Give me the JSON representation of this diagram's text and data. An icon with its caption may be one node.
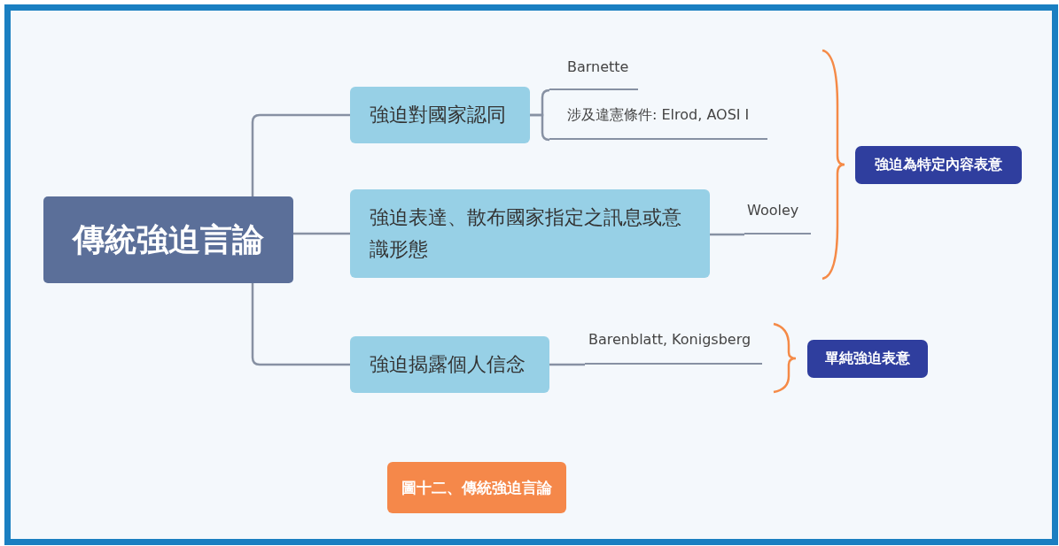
{
  "diagram": {
    "caption": "圖十二、傳統強迫言論",
    "nodes": [
      {
        "text": [
          "傳統強迫言論"
        ]
      },
      {
        "text": [
          "強迫對國家認同"
        ]
      },
      {
        "text": [
          "強迫表達、散布國家指定之訊息或意識形態"
        ]
      },
      {
        "text": [
          "強迫揭露個人信念"
        ]
      },
      {
        "text": [
          "Barnette"
        ]
      },
      {
        "text": [
          "涉及違憲條件: Elrod, AOSI I"
        ]
      },
      {
        "text": [
          "Wooley"
        ]
      },
      {
        "text": [
          "Barenblatt, Konigsberg"
        ]
      },
      {
        "text": [
          "強迫為特定內容表意"
        ]
      },
      {
        "text": [
          "單純強迫表意"
        ]
      }
    ],
    "edges": [
      {
        "from": 0,
        "to": 1,
        "arrow": "none"
      },
      {
        "from": 0,
        "to": 2,
        "arrow": "none"
      },
      {
        "from": 0,
        "to": 3,
        "arrow": "none"
      },
      {
        "from": 1,
        "to": 4,
        "arrow": "none"
      },
      {
        "from": 1,
        "to": 5,
        "arrow": "none"
      },
      {
        "from": 2,
        "to": 6,
        "arrow": "none"
      },
      {
        "from": 3,
        "to": 7,
        "arrow": "none"
      }
    ]
  }
}
